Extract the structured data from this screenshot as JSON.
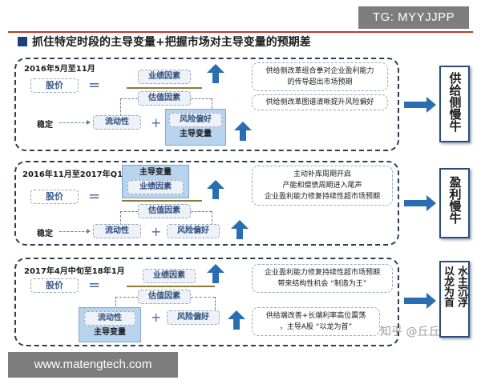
{
  "tag": "TG: MYYJJPP",
  "title": "抓住特定时段的主导变量+把握市场对主导变量的预期差",
  "labels": {
    "price": "股价",
    "earnings": "业绩因素",
    "valuation": "估值因素",
    "liquidity": "流动性",
    "risk_pref": "风险偏好",
    "dominant": "主导变量",
    "stable": "稳定",
    "equals": "=",
    "plus": "+"
  },
  "panels": [
    {
      "period": "2016年5月至11月",
      "notes": [
        [
          "供给侧改革组合拳对企业盈利能力",
          "的传导超出市场预期"
        ],
        [
          "供给侧改革图谱清晰提升风险偏好"
        ]
      ],
      "conclusion": "供给侧慢牛"
    },
    {
      "period": "2016年11月至2017年Q1",
      "notes": [
        [
          "主动补库周期开启",
          "产能和偿债周期进入尾声",
          "企业盈利能力修复持续性超市场预期"
        ]
      ],
      "conclusion": "盈利慢牛"
    },
    {
      "period": "2017年4月中旬至18年1月",
      "notes": [
        [
          "企业盈利能力修复持续性超市场预期",
          "带来结构性机会 “制造为王”"
        ],
        [
          "供给端改善+长端利率高位震荡",
          "，主导A股 “以龙为首”"
        ]
      ],
      "conclusion_lines": [
        "以龙为首",
        "水主沉浮"
      ]
    }
  ],
  "watermark": "知乎 @丘丘",
  "website": "www.matengtech.com",
  "colors": {
    "accent_blue": "#1f3f7a",
    "arrow_blue": "#2a6db0",
    "highlight": "#b8d3ee",
    "red_rule": "#c0392b"
  }
}
